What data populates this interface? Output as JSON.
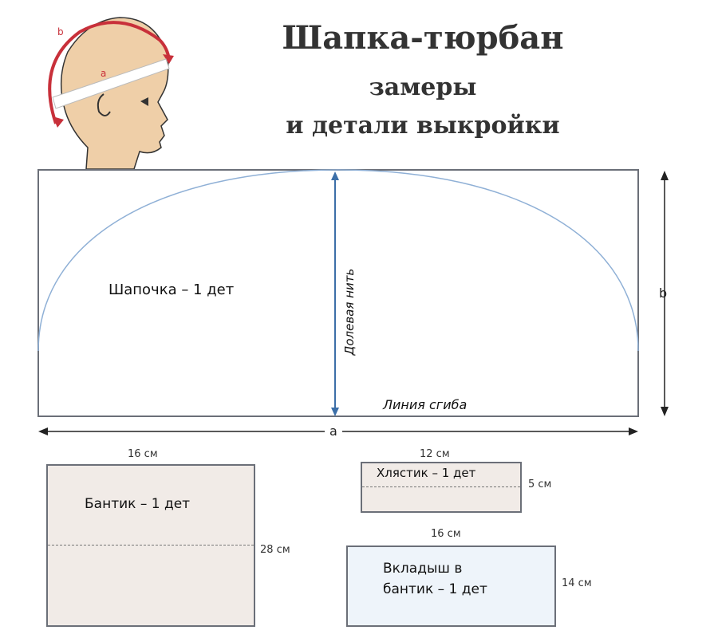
{
  "title": {
    "line1": "Шапка-тюрбан",
    "line2": "замеры",
    "line3": "и детали выкройки"
  },
  "head_illustration": {
    "label_a": "a",
    "label_b": "b"
  },
  "main_pattern": {
    "piece_label": "Шапочка  – 1 дет",
    "grain_label": "Долевая нить",
    "fold_label": "Линия сгиба",
    "width_label": "a",
    "height_label": "b"
  },
  "pieces": [
    {
      "name": "Бантик – 1 дет",
      "width": "16 см",
      "height": "28 см",
      "fill": "#f1ebe7"
    },
    {
      "name": "Хлястик – 1 дет",
      "width": "12 см",
      "height": "5 см",
      "fill": "#f1ebe7"
    },
    {
      "name_line1": "Вкладыш в",
      "name_line2": "бантик – 1 дет",
      "width": "16 см",
      "height": "14 см",
      "fill": "#eef4fa"
    }
  ],
  "colors": {
    "outline": "#6b6f78",
    "arc": "#8fb0d6",
    "grain_arrow": "#3c6fa8",
    "measure_red": "#c8303a",
    "skin": "#efcfa8"
  }
}
